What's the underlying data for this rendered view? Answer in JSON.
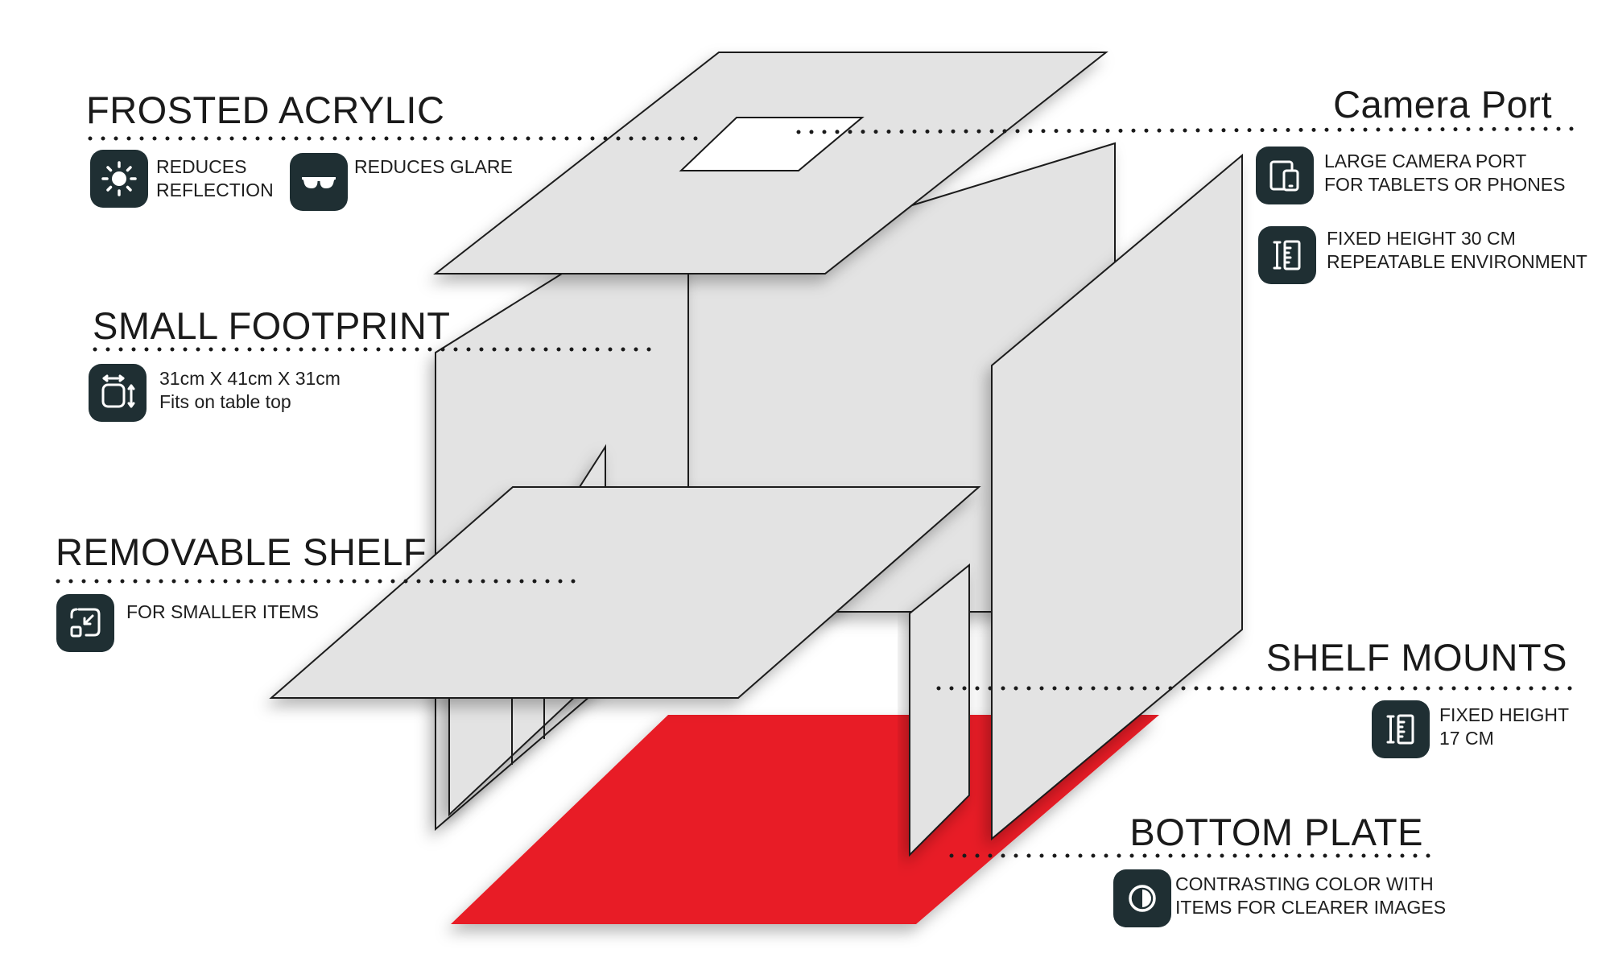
{
  "sections": {
    "frosted_acrylic": {
      "title": "FROSTED ACRYLIC",
      "features": [
        {
          "icon": "sun-icon",
          "text": "REDUCES\nREFLECTION"
        },
        {
          "icon": "sunglasses-icon",
          "text": "REDUCES GLARE"
        }
      ]
    },
    "small_footprint": {
      "title": "SMALL FOOTPRINT",
      "features": [
        {
          "icon": "dimensions-icon",
          "text": "31cm X 41cm X 31cm\nFits on table top"
        }
      ]
    },
    "removable_shelf": {
      "title": "REMOVABLE SHELF",
      "features": [
        {
          "icon": "shrink-icon",
          "text": "FOR SMALLER ITEMS"
        }
      ]
    },
    "camera_port": {
      "title": "Camera Port",
      "features": [
        {
          "icon": "devices-icon",
          "text": "LARGE CAMERA PORT\nFOR TABLETS OR PHONES"
        },
        {
          "icon": "ruler-icon",
          "text": "FIXED HEIGHT 30 CM\nREPEATABLE ENVIRONMENT"
        }
      ]
    },
    "shelf_mounts": {
      "title": "SHELF MOUNTS",
      "features": [
        {
          "icon": "ruler-icon",
          "text": "FIXED HEIGHT\n17 CM"
        }
      ]
    },
    "bottom_plate": {
      "title": "BOTTOM PLATE",
      "features": [
        {
          "icon": "contrast-icon",
          "text": "CONTRASTING COLOR WITH\nITEMS FOR CLEARER IMAGES"
        }
      ]
    }
  },
  "colors": {
    "panel_fill": "#e3e3e3",
    "panel_stroke": "#1a1a1a",
    "bottom_plate": "#e81e25",
    "icon_bg": "#1f2f33",
    "leader_dots": "#1a1a1a"
  }
}
